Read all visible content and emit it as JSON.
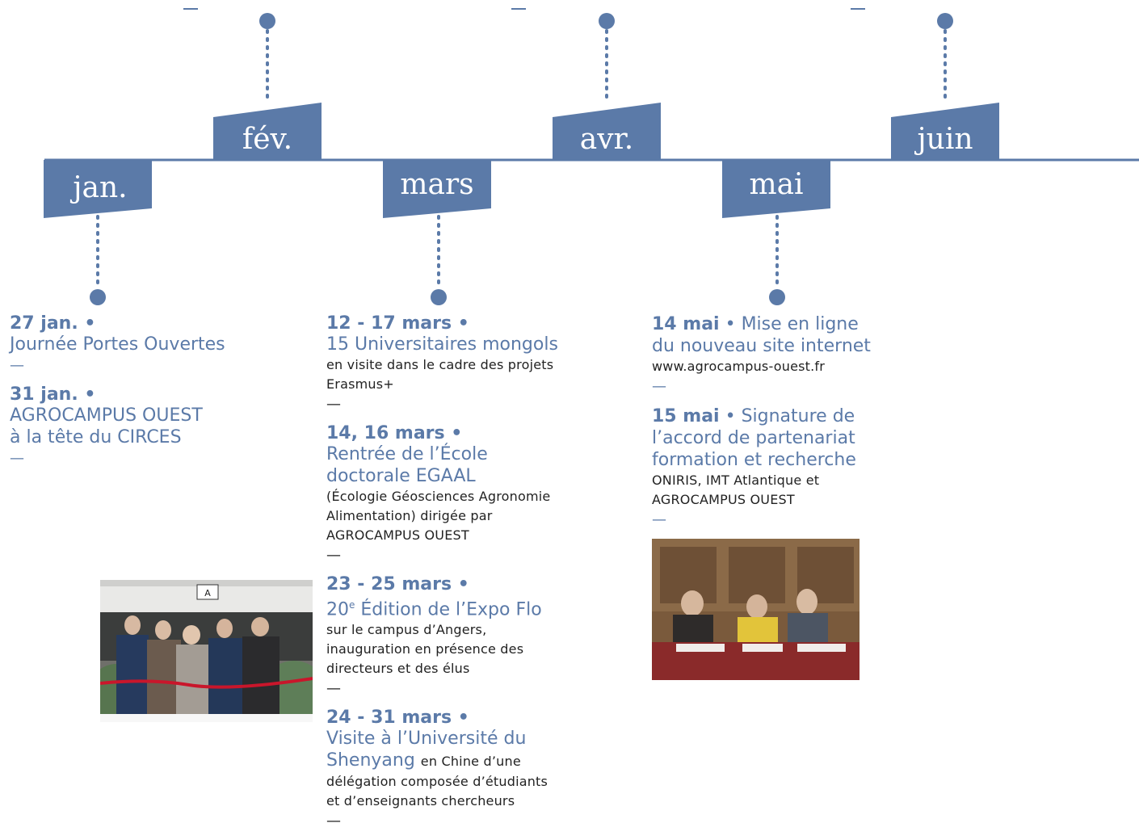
{
  "months": [
    {
      "label": "jan.",
      "position": "below"
    },
    {
      "label": "fév.",
      "position": "above"
    },
    {
      "label": "mars",
      "position": "below"
    },
    {
      "label": "avr.",
      "position": "above"
    },
    {
      "label": "mai",
      "position": "below"
    },
    {
      "label": "juin",
      "position": "above"
    }
  ],
  "colors": {
    "accent": "#5b7aa8",
    "dark": "#222222"
  },
  "columns": {
    "jan": [
      {
        "date": "27 jan. •",
        "title": [
          "Journée Portes Ouvertes"
        ],
        "desc": []
      },
      {
        "date": "31 jan. •",
        "title": [
          "AGROCAMPUS OUEST",
          "à la tête du CIRCES"
        ],
        "desc": []
      }
    ],
    "mars": [
      {
        "date": "12 - 17 mars •",
        "title": [
          "15 Universitaires mongols"
        ],
        "desc": [
          "en visite dans le cadre des projets",
          "Erasmus+"
        ]
      },
      {
        "date": "14, 16 mars •",
        "title": [
          "Rentrée de l’École",
          "doctorale EGAAL"
        ],
        "desc": [
          "(Écologie Géosciences Agronomie",
          "Alimentation) dirigée par",
          "AGROCAMPUS OUEST"
        ]
      },
      {
        "date": "23 - 25 mars •",
        "title_prefix": "20",
        "title_sup": "e",
        "title": [
          "Édition de l’Expo Flo"
        ],
        "desc": [
          "sur le campus d’Angers,",
          "inauguration en présence des",
          "directeurs et des élus"
        ]
      },
      {
        "date": "24 - 31 mars •",
        "title": [
          "Visite à l’Université du",
          "Shenyang"
        ],
        "inline_desc": "en Chine d’une",
        "desc": [
          "délégation composée d’étudiants",
          "et d’enseignants chercheurs"
        ]
      }
    ],
    "mai": [
      {
        "date": "14 mai",
        "title_inline": "• Mise en ligne",
        "title": [
          "du nouveau site internet"
        ],
        "desc": [
          "www.agrocampus-ouest.fr"
        ]
      },
      {
        "date": "15 mai",
        "title_inline": "• Signature de",
        "title": [
          "l’accord de partenariat",
          "formation et recherche"
        ],
        "desc": [
          "ONIRIS, IMT Atlantique et",
          "AGROCAMPUS OUEST"
        ]
      }
    ]
  },
  "separator": "—",
  "photos": [
    {
      "name": "ribbon-cutting-photo",
      "sign_text": "A"
    },
    {
      "name": "signing-ceremony-photo"
    }
  ]
}
